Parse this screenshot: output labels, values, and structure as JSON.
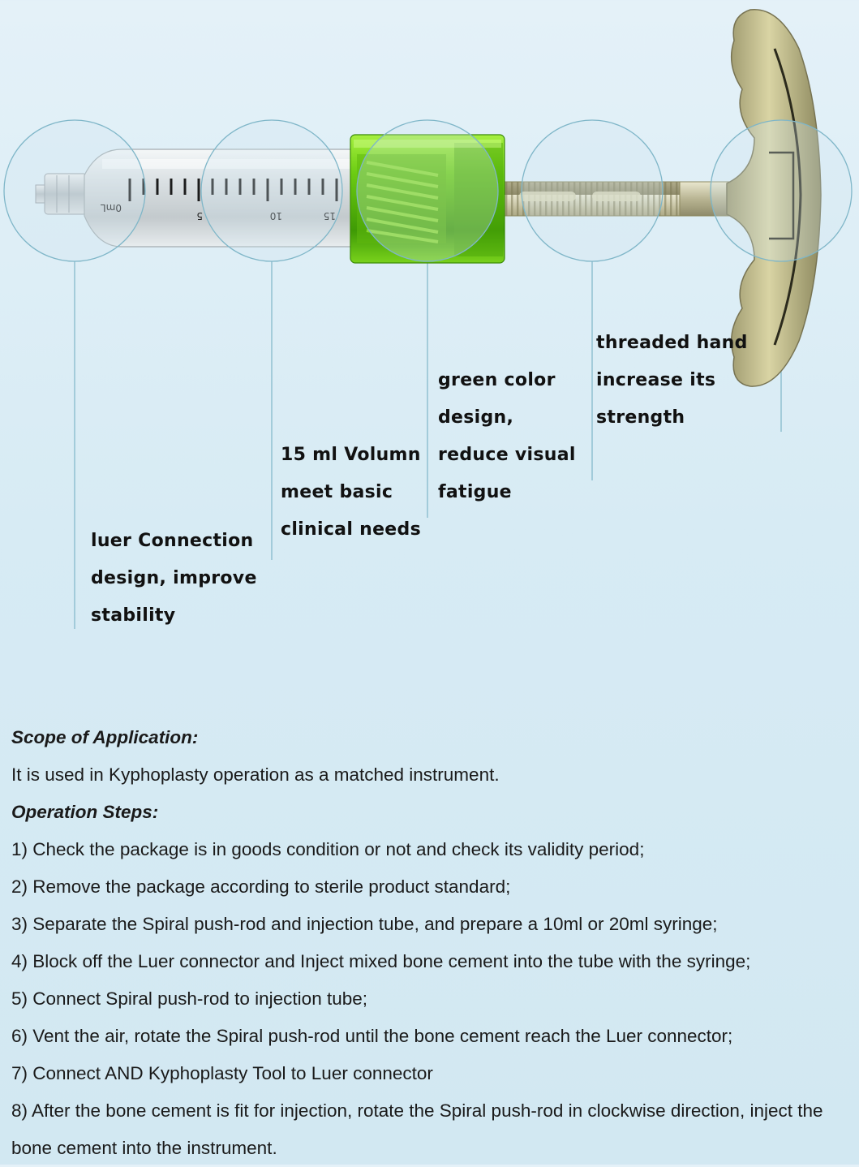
{
  "callouts": {
    "luer": [
      "luer Connection",
      "design, improve",
      "stability"
    ],
    "volume": [
      "15 ml Volumn",
      "meet basic",
      "clinical needs"
    ],
    "green": [
      "green color",
      "design,",
      "reduce visual",
      "fatigue"
    ],
    "thread": [
      "threaded hand",
      "increase its",
      "strength"
    ]
  },
  "syringe": {
    "scale_labels": [
      "0mL",
      "5",
      "10",
      "15"
    ]
  },
  "colors": {
    "accent_green": "#7ed321",
    "handle_gold": "#c6c08a",
    "guide_line": "#7fb6c8"
  },
  "scope": {
    "heading": "Scope of Application:",
    "text": "It is used in Kyphoplasty operation as a matched instrument."
  },
  "operation": {
    "heading": "Operation Steps:",
    "steps": [
      "1) Check the package is in goods condition or not and check its validity period;",
      "2) Remove the package according to sterile product standard;",
      "3) Separate the Spiral push-rod and injection tube, and prepare a 10ml or 20ml syringe;",
      "4) Block off the Luer connector and Inject mixed bone cement into the tube with the syringe;",
      "5) Connect Spiral push-rod to injection tube;",
      "6) Vent the air, rotate the Spiral push-rod until the bone cement reach the Luer connector;",
      "7) Connect AND Kyphoplasty Tool to Luer connector",
      "8) After the bone cement is fit for injection, rotate the Spiral push-rod in clockwise direction, inject the bone cement into the instrument."
    ]
  }
}
